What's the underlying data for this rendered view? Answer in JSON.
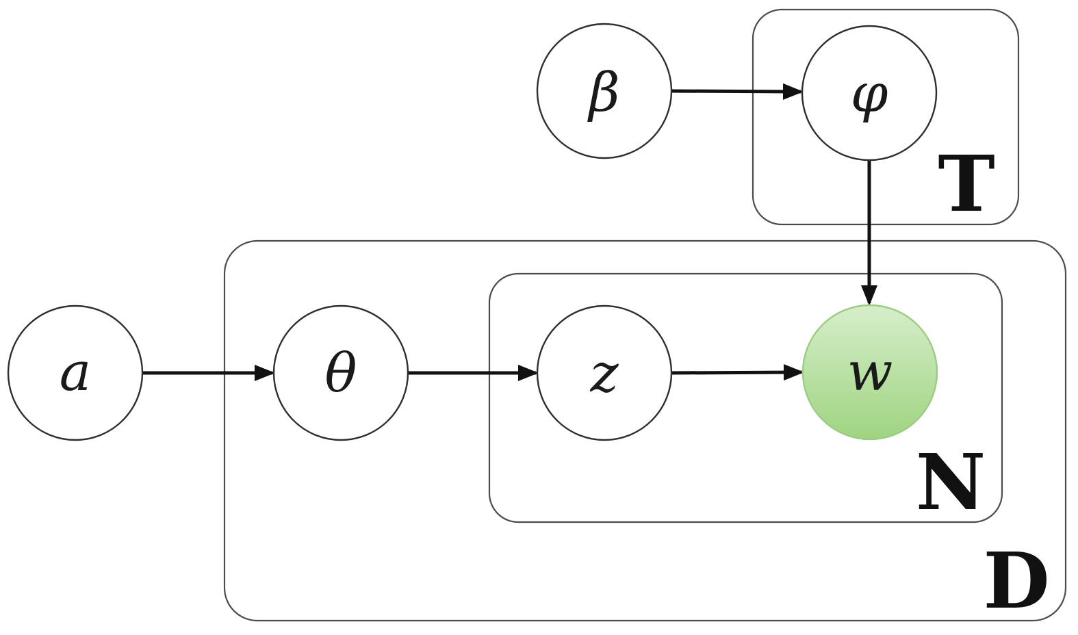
{
  "diagram": {
    "nodes": {
      "a": {
        "label": "a",
        "shaded": false
      },
      "beta": {
        "label": "β",
        "shaded": false
      },
      "theta": {
        "label": "θ",
        "shaded": false
      },
      "z": {
        "label": "z",
        "shaded": false
      },
      "phi": {
        "label": "φ",
        "shaded": false
      },
      "w": {
        "label": "w",
        "shaded": true
      }
    },
    "edges": [
      {
        "from": "a",
        "to": "theta"
      },
      {
        "from": "theta",
        "to": "z"
      },
      {
        "from": "z",
        "to": "w"
      },
      {
        "from": "beta",
        "to": "phi"
      },
      {
        "from": "phi",
        "to": "w"
      }
    ],
    "plates": [
      {
        "label": "T",
        "contains": [
          "phi"
        ]
      },
      {
        "label": "N",
        "contains": [
          "z",
          "w"
        ]
      },
      {
        "label": "D",
        "contains": [
          "theta",
          "z",
          "w"
        ]
      }
    ],
    "colors": {
      "background": "#ffffff",
      "shaded_node_top": "#d6eecb",
      "shaded_node_bottom": "#9fd480",
      "shaded_node_stroke": "#9ccc84",
      "node_stroke": "#2e2e2e",
      "plate_stroke": "#4c4c4c",
      "arrow": "#111111"
    }
  }
}
